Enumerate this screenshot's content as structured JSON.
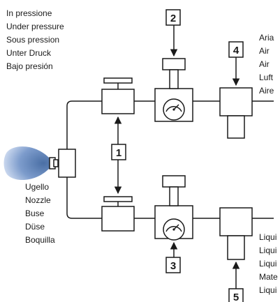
{
  "labels": {
    "pressure": [
      "In pressione",
      "Under pressure",
      "Sous pression",
      "Unter Druck",
      "Bajo presión"
    ],
    "nozzle": [
      "Ugello",
      "Nozzle",
      "Buse",
      "Düse",
      "Boquilla"
    ],
    "air": [
      "Aria",
      "Air",
      "Air",
      "Luft",
      "Aire"
    ],
    "liquid": [
      "Liqui",
      "Liqui",
      "Liqui",
      "Mate",
      "Liqui"
    ]
  },
  "callouts": [
    "1",
    "2",
    "3",
    "4",
    "5"
  ],
  "colors": {
    "line": "#1a1a1a",
    "spray": "#4a6fa5"
  }
}
